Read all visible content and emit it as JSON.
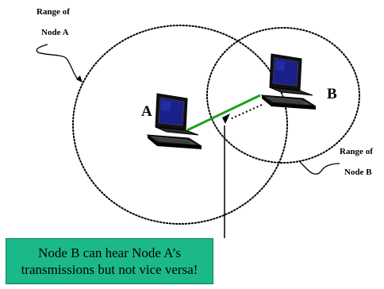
{
  "labels": {
    "range_a_line1": "Range of",
    "range_a_line2": "Node A",
    "range_b_line1": "Range of",
    "range_b_line2": "Node B",
    "node_a": "A",
    "node_b": "B"
  },
  "callout": {
    "line1": "Node B can hear Node A’s",
    "line2": "transmissions but not vice versa!"
  },
  "colors": {
    "link": "#1aa31a",
    "callout_fill": "#1bb98a",
    "range_circle": "#000000"
  },
  "icons": {
    "node_a": "laptop-icon",
    "node_b": "laptop-icon"
  }
}
